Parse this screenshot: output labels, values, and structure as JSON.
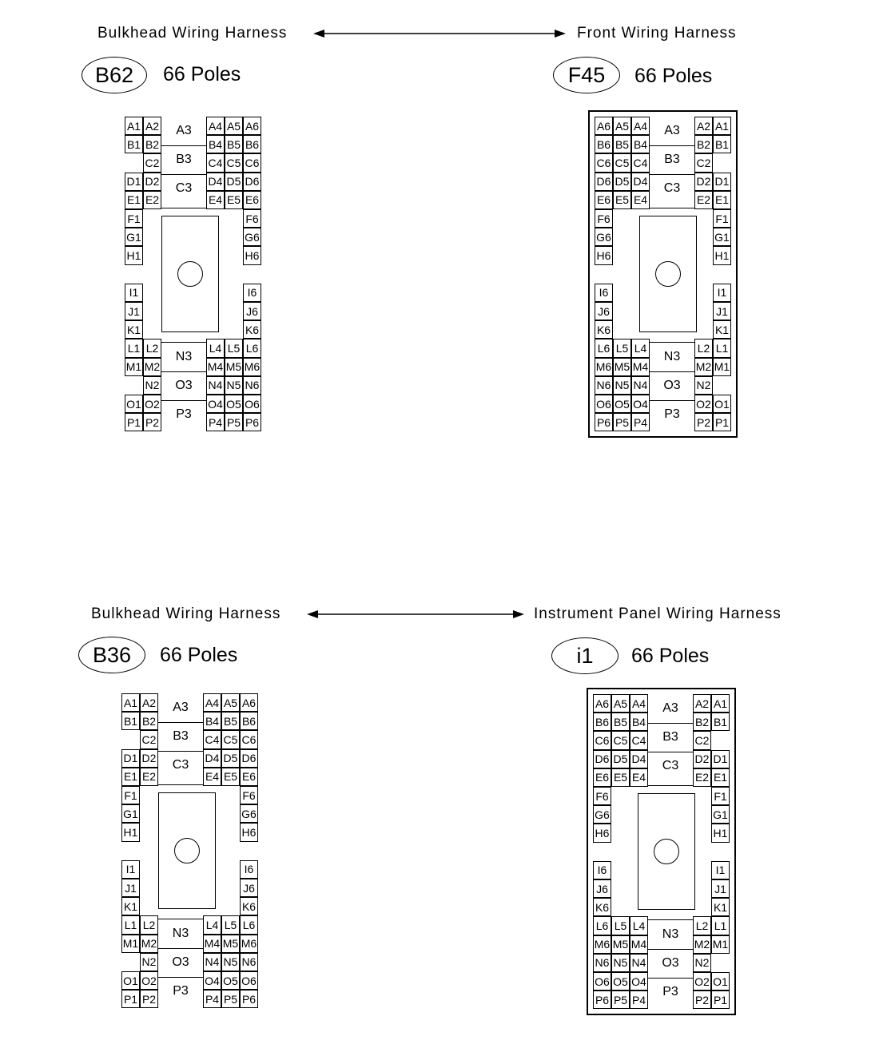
{
  "top": {
    "left_harness": "Bulkhead Wiring Harness",
    "right_harness": "Front Wiring Harness",
    "left_connector": {
      "id": "B62",
      "poles": "66 Poles"
    },
    "right_connector": {
      "id": "F45",
      "poles": "66 Poles"
    }
  },
  "bottom": {
    "left_harness": "Bulkhead Wiring Harness",
    "right_harness": "Instrument Panel Wiring Harness",
    "left_connector": {
      "id": "B36",
      "poles": "66 Poles"
    },
    "right_connector": {
      "id": "i1",
      "poles": "66 Poles"
    }
  },
  "connector_layout": {
    "left_block_rows": [
      [
        "A1",
        "A2"
      ],
      [
        "B1",
        "B2"
      ],
      [
        "",
        "C2"
      ],
      [
        "D1",
        "D2"
      ],
      [
        "E1",
        "E2"
      ],
      [
        "F1",
        ""
      ],
      [
        "G1",
        ""
      ],
      [
        "H1",
        ""
      ],
      [
        "",
        ""
      ],
      [
        "I1",
        ""
      ],
      [
        "J1",
        ""
      ],
      [
        "K1",
        ""
      ],
      [
        "L1",
        "L2"
      ],
      [
        "M1",
        "M2"
      ],
      [
        "",
        "N2"
      ],
      [
        "O1",
        "O2"
      ],
      [
        "P1",
        "P2"
      ]
    ],
    "right_block_rows": [
      [
        "A4",
        "A5",
        "A6"
      ],
      [
        "B4",
        "B5",
        "B6"
      ],
      [
        "C4",
        "C5",
        "C6"
      ],
      [
        "D4",
        "D5",
        "D6"
      ],
      [
        "E4",
        "E5",
        "E6"
      ],
      [
        "",
        "",
        "F6"
      ],
      [
        "",
        "",
        "G6"
      ],
      [
        "",
        "",
        "H6"
      ],
      [
        "",
        "",
        ""
      ],
      [
        "",
        "",
        "I6"
      ],
      [
        "",
        "",
        "J6"
      ],
      [
        "",
        "",
        "K6"
      ],
      [
        "L4",
        "L5",
        "L6"
      ],
      [
        "M4",
        "M5",
        "M6"
      ],
      [
        "N4",
        "N5",
        "N6"
      ],
      [
        "O4",
        "O5",
        "O6"
      ],
      [
        "P4",
        "P5",
        "P6"
      ]
    ],
    "center_large": [
      "A3",
      "B3",
      "C3",
      "N3",
      "O3",
      "P3"
    ]
  }
}
